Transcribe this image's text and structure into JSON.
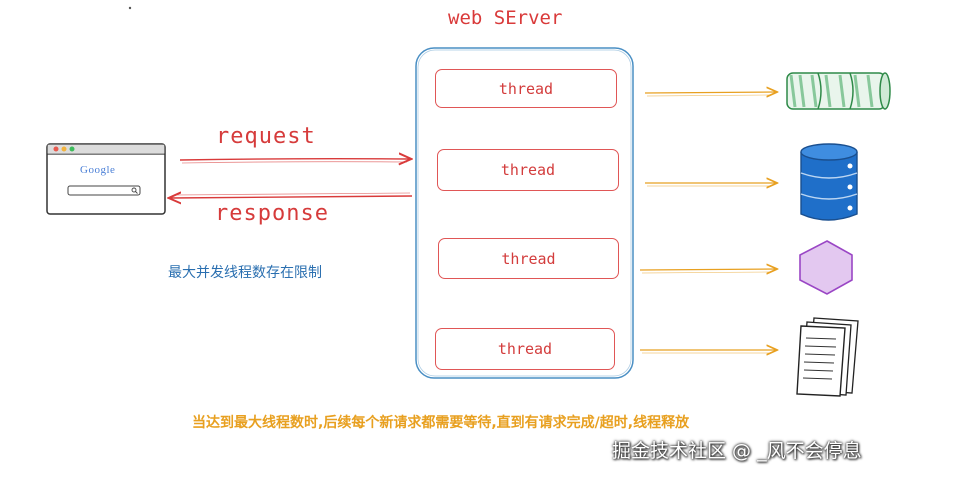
{
  "server": {
    "title": "web SErver"
  },
  "browser": {
    "logo": "Google"
  },
  "arrows": {
    "request": "request",
    "response": "response"
  },
  "threads": [
    {
      "label": "thread"
    },
    {
      "label": "thread"
    },
    {
      "label": "thread"
    },
    {
      "label": "thread"
    }
  ],
  "notes": {
    "limit": "最大并发线程数存在限制",
    "waiting": "当达到最大线程数时,后续每个新请求都需要等待,直到有请求完成/超时,线程释放"
  },
  "watermark": "掘金技术社区 @ _风不会停息",
  "colors": {
    "red": "#d93a3a",
    "blue_border": "#4a8fc4",
    "orange": "#e8a020",
    "green": "#3aa55a",
    "db_blue": "#1f6fc9",
    "purple": "#a052c8"
  },
  "resource_icons": [
    "green-cylinder-icon",
    "database-icon",
    "hexagon-icon",
    "documents-icon"
  ]
}
